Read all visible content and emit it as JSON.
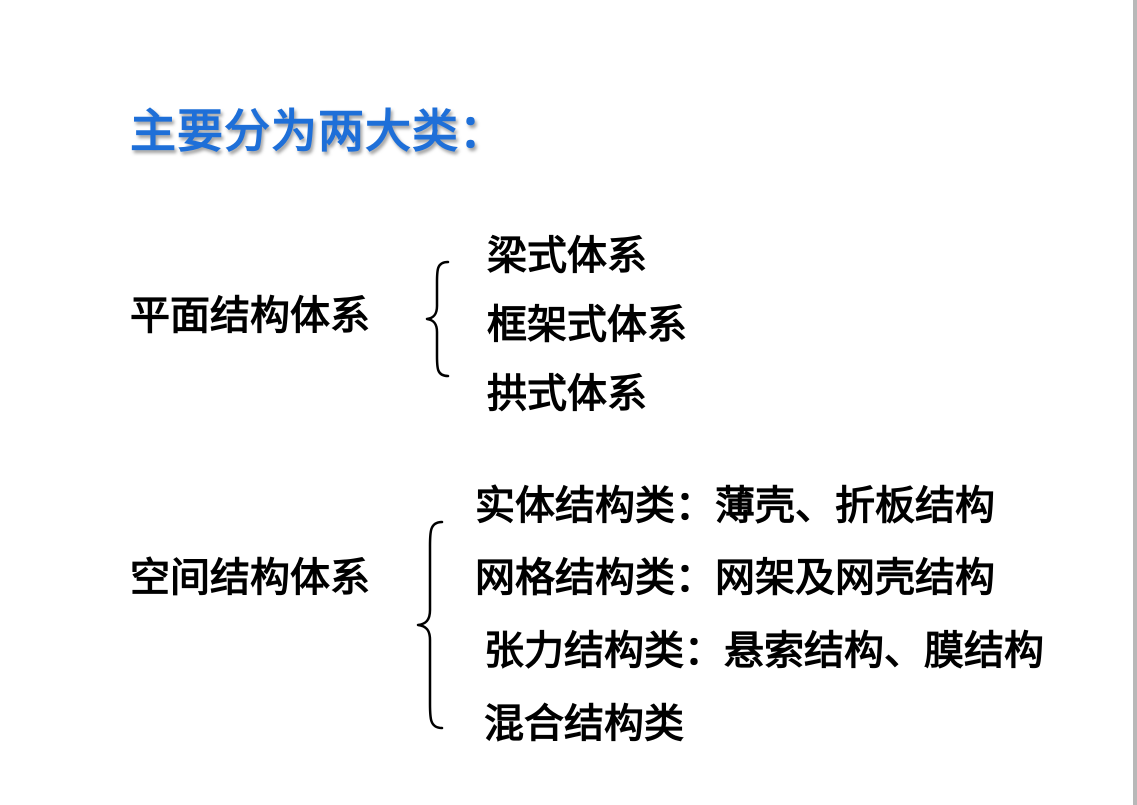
{
  "title": "主要分为两大类：",
  "groups": [
    {
      "label": "平面结构体系",
      "items": [
        "梁式体系",
        "框架式体系",
        "拱式体系"
      ]
    },
    {
      "label": "空间结构体系",
      "items": [
        "实体结构类：薄壳、折板结构",
        "网格结构类：网架及网壳结构",
        "张力结构类：悬索结构、膜结构",
        "混合结构类"
      ]
    }
  ],
  "colors": {
    "title": "#1e6fd8",
    "text": "#000000",
    "background": "#ffffff"
  }
}
